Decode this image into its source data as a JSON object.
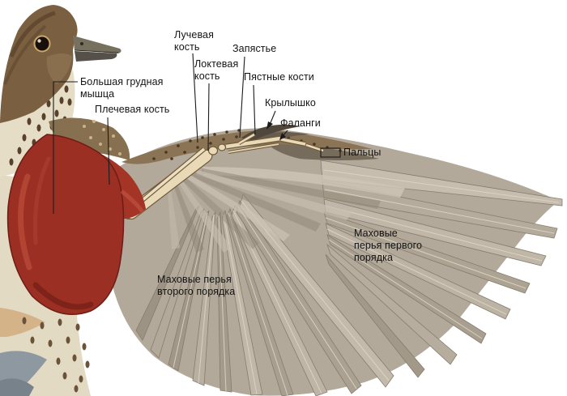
{
  "diagram": {
    "labels": {
      "radius": "Лучевая\nкость",
      "wrist": "Запястье",
      "ulna": "Локтевая\nкость",
      "metacarpals": "Пястные кости",
      "alula": "Крылышко",
      "phalanges": "Фаланги",
      "digits": "Пальцы",
      "pectoral_muscle": "Большая грудная\nмышца",
      "humerus": "Плечевая кость",
      "primary_feathers": "Маховые\nперья первого\nпорядка",
      "secondary_feathers": "Маховые перья\nвторого порядка"
    },
    "colors": {
      "background": "#ffffff",
      "muscle_red": "#9c2f23",
      "feather_gray": "#b2a99b",
      "bone_cream": "#ead9b6",
      "plumage_brown": "#7b5f41",
      "label_text": "#141414"
    }
  }
}
